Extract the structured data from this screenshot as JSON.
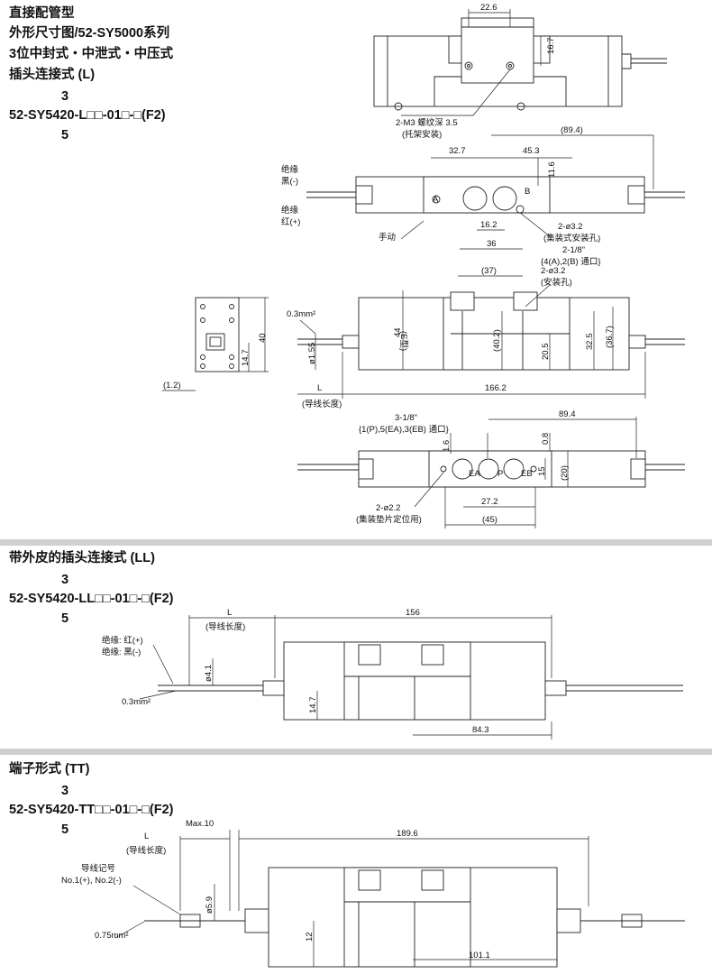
{
  "section1": {
    "title_lines": [
      "直接配管型",
      "外形尺寸图/52-SY5000系列",
      "3位中封式・中泄式・中压式",
      "插头连接式 (L)"
    ],
    "superscript": "3",
    "model": "52-SY5420-L□□-01□-□(F2)",
    "subscript": "5"
  },
  "section2": {
    "title": "带外皮的插头连接式 (LL)",
    "superscript": "3",
    "model": "52-SY5420-LL□□-01□-□(F2)",
    "subscript": "5"
  },
  "section3": {
    "title": "端子形式 (TT)",
    "superscript": "3",
    "model": "52-SY5420-TT□□-01□-□(F2)",
    "subscript": "5"
  },
  "labels": {
    "d22_6": "22.6",
    "d16_7": "16.7",
    "m3": "2-M3 螺纹深 3.5",
    "m3_note": "(托架安装)",
    "d89_4p": "(89.4)",
    "d32_7": "32.7",
    "d45_3": "45.3",
    "d11_6": "11.6",
    "ins_black_1": "绝缘",
    "ins_black_2": "黑(-)",
    "ins_red_1": "绝缘",
    "ins_red_2": "红(+)",
    "port_a": "A",
    "port_b": "B",
    "manual": "手动",
    "d16_2": "16.2",
    "d36": "36",
    "p2_3_2": "2-ø3.2",
    "p2_3_2_note": "(集装式安装孔)",
    "port_1_8": "2-1/8\"",
    "port_1_8_note": "{4(A),2(B) 通口}",
    "d37": "(37)",
    "p2_3_2b": "2-ø3.2",
    "p2_3_2b_note": "(安装孔)",
    "d0_3mm2": "0.3mm²",
    "d44": "44",
    "e_type": "(E型)",
    "d40_2": "(40.2)",
    "d20_5": "20.5",
    "d32_5": "32.5",
    "d36_7": "(36.7)",
    "d40": "40",
    "d14_7": "14.7",
    "d1_55": "ø1.55",
    "d1_2": "(1.2)",
    "len_l": "L",
    "len_note": "(导线长度)",
    "d166_2": "166.2",
    "port_3_8": "3-1/8\"",
    "port_3_8_note": "{1(P),5(EA),3(EB) 通口}",
    "d89_4": "89.4",
    "d0_8": "0.8",
    "d1_6": "1.6",
    "d15": "15",
    "d20p": "(20)",
    "port_ea": "EA",
    "port_p": "P",
    "port_eb": "EB",
    "p2_2_2": "2-ø2.2",
    "p2_2_2_note": "(集装垫片定位用)",
    "d27_2": "27.2",
    "d45p": "(45)",
    "ll_len": "L",
    "ll_len_note": "(导线长度)",
    "d156": "156",
    "ll_red": "绝缘: 红(+)",
    "ll_black": "绝缘: 黑(-)",
    "d4_1": "ø4.1",
    "ll_0_3mm2": "0.3mm²",
    "ll_14_7": "14.7",
    "d84_3": "84.3",
    "max10": "Max.10",
    "tt_len": "L",
    "tt_len_note": "(导线长度)",
    "d189_6": "189.6",
    "wire_mark": "导线记号",
    "wire_no": "No.1(+), No.2(-)",
    "d5_9": "ø5.9",
    "d0_75mm2": "0.75mm²",
    "d12": "12",
    "d101_1": "101.1"
  }
}
